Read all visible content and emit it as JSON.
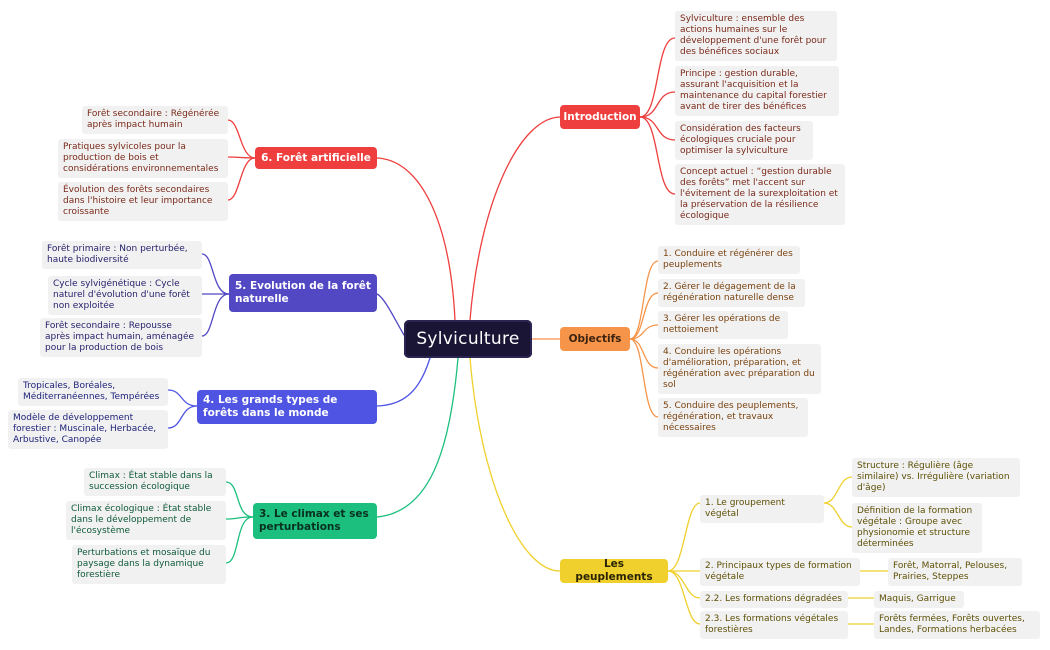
{
  "central": "Sylviculture",
  "colors": {
    "root_bg": "#1b1535",
    "introduction": "#ee3e3e",
    "objectifs": "#f6954a",
    "peuplements": "#f0d02c",
    "climax": "#1cbf7e",
    "types": "#4f55e2",
    "evolution": "#5248c4",
    "artificielle": "#ee3e3e"
  },
  "branches": {
    "introduction": {
      "label": "Introduction",
      "items": [
        "Sylviculture : ensemble des actions humaines sur le développement d'une forêt pour des bénéfices sociaux",
        "Principe : gestion durable, assurant l'acquisition et la maintenance du capital forestier avant de tirer des bénéfices",
        "Considération des facteurs écologiques cruciale pour optimiser la sylviculture",
        "Concept actuel : “gestion durable des forêts” met l'accent sur l'évitement de la surexploitation et la préservation de la résilience écologique"
      ]
    },
    "objectifs": {
      "label": "Objectifs",
      "items": [
        "1. Conduire et régénérer des peuplements",
        "2. Gérer le dégagement de la régénération naturelle dense",
        "3. Gérer les opérations de nettoiement",
        "4. Conduire les opérations d'amélioration, préparation, et régénération avec préparation du sol",
        "5. Conduire des peuplements, régénération, et travaux nécessaires"
      ]
    },
    "peuplements": {
      "label": "Les peuplements",
      "sub": [
        {
          "label": "1. Le groupement végétal",
          "items": [
            "Structure : Régulière (âge similaire) vs. Irrégulière (variation d'âge)",
            "Définition de la formation végétale : Groupe avec physionomie et structure déterminées"
          ]
        },
        {
          "label": "2. Principaux types de formation végétale",
          "items": [
            "Forêt, Matorral, Pelouses, Prairies, Steppes"
          ]
        },
        {
          "label": "2.2. Les formations dégradées",
          "items": [
            "Maquis, Garrigue"
          ]
        },
        {
          "label": "2.3. Les formations végétales forestières",
          "items": [
            "Forêts fermées, Forêts ouvertes, Landes, Formations herbacées"
          ]
        }
      ]
    },
    "climax": {
      "label": "3. Le climax et ses perturbations",
      "items": [
        "Climax : État stable dans la succession écologique",
        "Climax écologique : État stable dans le développement de l'écosystème",
        "Perturbations et mosaïque du paysage dans la dynamique forestière"
      ]
    },
    "types": {
      "label": "4. Les grands types de forêts dans le monde",
      "items": [
        "Tropicales, Boréales, Méditerranéennes, Tempérées",
        "Modèle de développement forestier : Muscinale, Herbacée, Arbustive, Canopée"
      ]
    },
    "evolution": {
      "label": "5. Evolution de la forêt naturelle",
      "items": [
        "Forêt primaire : Non perturbée, haute biodiversité",
        "Cycle sylvigénétique : Cycle naturel d'évolution d'une forêt non exploitée",
        "Forêt secondaire : Repousse après impact humain, aménagée pour la production de bois"
      ]
    },
    "artificielle": {
      "label": "6. Forêt artificielle",
      "items": [
        "Forêt secondaire : Régénérée après impact humain",
        "Pratiques sylvicoles pour la production de bois et considérations environnementales",
        "Évolution des forêts secondaires dans l'histoire et leur importance croissante"
      ]
    }
  }
}
